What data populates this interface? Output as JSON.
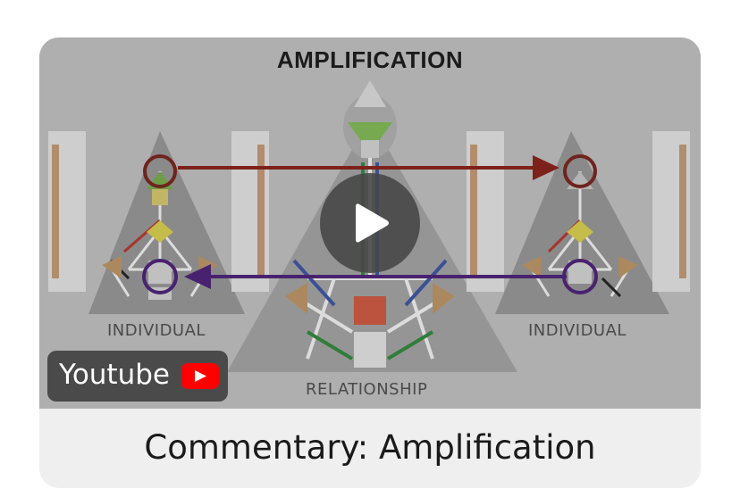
{
  "thumbnail": {
    "title": "AMPLIFICATION",
    "left_label": "INDIVIDUAL",
    "right_label": "INDIVIDUAL",
    "center_label": "RELATIONSHIP"
  },
  "badge": {
    "text": "Youtube"
  },
  "caption": "Commentary: Amplification",
  "colors": {
    "arrow": "#8b1d14",
    "circle_left": "#7a1f18",
    "circle_purple": "#4b1d7a",
    "youtube_red": "#ff0000"
  }
}
